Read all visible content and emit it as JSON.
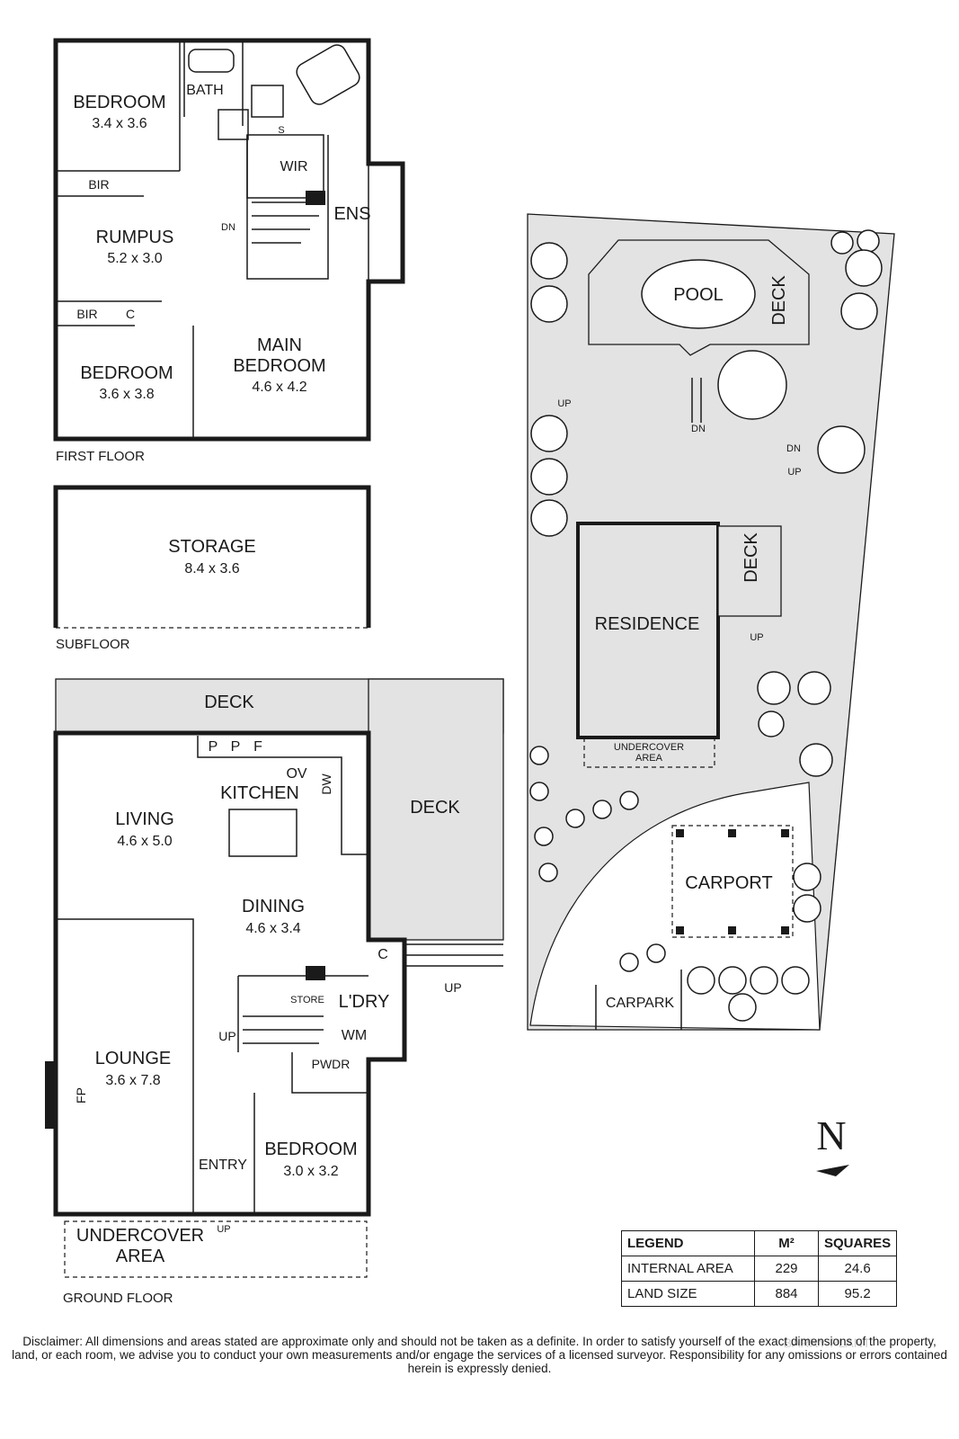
{
  "first_floor": {
    "caption": "FIRST FLOOR",
    "rooms": {
      "bedroom1": {
        "name": "BEDROOM",
        "dims": "3.4 x 3.6"
      },
      "bath": "BATH",
      "wir": "WIR",
      "ens": "ENS",
      "rumpus": {
        "name": "RUMPUS",
        "dims": "5.2 x 3.0"
      },
      "bedroom2": {
        "name": "BEDROOM",
        "dims": "3.6 x 3.8"
      },
      "main_bedroom": {
        "line1": "MAIN",
        "line2": "BEDROOM",
        "dims": "4.6 x 4.2"
      }
    },
    "fixtures": {
      "bir1": "BIR",
      "bir2": "BIR",
      "c": "C",
      "dn": "DN",
      "s": "S"
    }
  },
  "subfloor": {
    "caption": "SUBFLOOR",
    "storage": {
      "name": "STORAGE",
      "dims": "8.4 x 3.6"
    }
  },
  "ground_floor": {
    "caption": "GROUND FLOOR",
    "rooms": {
      "deck_top": "DECK",
      "deck_side": "DECK",
      "kitchen": "KITCHEN",
      "living": {
        "name": "LIVING",
        "dims": "4.6 x 5.0"
      },
      "dining": {
        "name": "DINING",
        "dims": "4.6 x 3.4"
      },
      "lounge": {
        "name": "LOUNGE",
        "dims": "3.6 x 7.8"
      },
      "bedroom": {
        "name": "BEDROOM",
        "dims": "3.0 x 3.2"
      },
      "laundry": "L'DRY",
      "store": "STORE",
      "pwdr": "PWDR",
      "entry": "ENTRY",
      "undercover": {
        "line1": "UNDERCOVER",
        "line2": "AREA"
      }
    },
    "fixtures": {
      "p": "P",
      "f": "F",
      "ov": "OV",
      "dw": "DW",
      "c": "C",
      "wm": "WM",
      "fp": "FP",
      "up": "UP"
    }
  },
  "site": {
    "pool": "POOL",
    "deck_pool": "DECK",
    "deck_res": "DECK",
    "residence": "RESIDENCE",
    "carport": "CARPORT",
    "carpark": "CARPARK",
    "undercover": {
      "line1": "UNDERCOVER",
      "line2": "AREA"
    },
    "up": "UP",
    "dn": "DN"
  },
  "north": "N",
  "legend": {
    "headers": [
      "LEGEND",
      "M²",
      "SQUARES"
    ],
    "rows": [
      {
        "label": "INTERNAL AREA",
        "m2": "229",
        "squares": "24.6"
      },
      {
        "label": "LAND SIZE",
        "m2": "884",
        "squares": "95.2"
      }
    ]
  },
  "disclaimer": "Disclaimer: All dimensions and areas stated are approximate only and should not be taken as a definite. In order to satisfy yourself of the exact dimensions of the property, land, or each room, we advise you to conduct your own measurements and/or engage the services of a licensed surveyor. Responsibility for any omissions or errors contained herein is expressly denied.",
  "watermark": "BARRY PLANT"
}
